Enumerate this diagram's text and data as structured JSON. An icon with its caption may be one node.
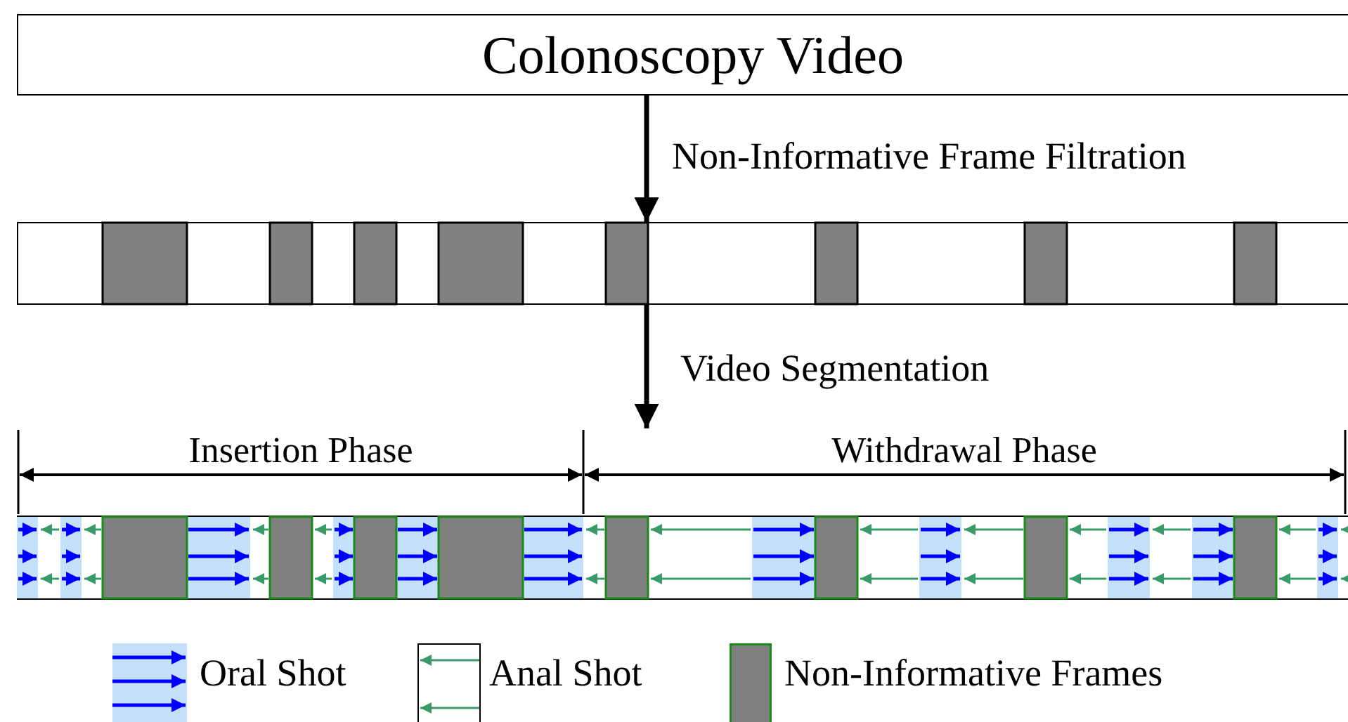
{
  "diagram": {
    "nodes": [
      {
        "text": [
          "Colonoscopy Video"
        ]
      },
      {
        "text": [],
        "shape": "bar"
      },
      {
        "text": [],
        "shape": "bar"
      }
    ],
    "edges": [
      {
        "from": 0,
        "to": 1,
        "arrow": "to",
        "label": "Non-Informative Frame Filtration"
      },
      {
        "from": 1,
        "to": 2,
        "arrow": "to",
        "label": "Video Segmentation"
      }
    ],
    "labels": [
      "Insertion Phase",
      "Withdrawal Phase"
    ],
    "legend": [
      {
        "text": "Oral Shot"
      },
      {
        "text": "Anal Shot"
      },
      {
        "text": "Non-Informative Frames",
        "color": "#808080"
      }
    ]
  }
}
